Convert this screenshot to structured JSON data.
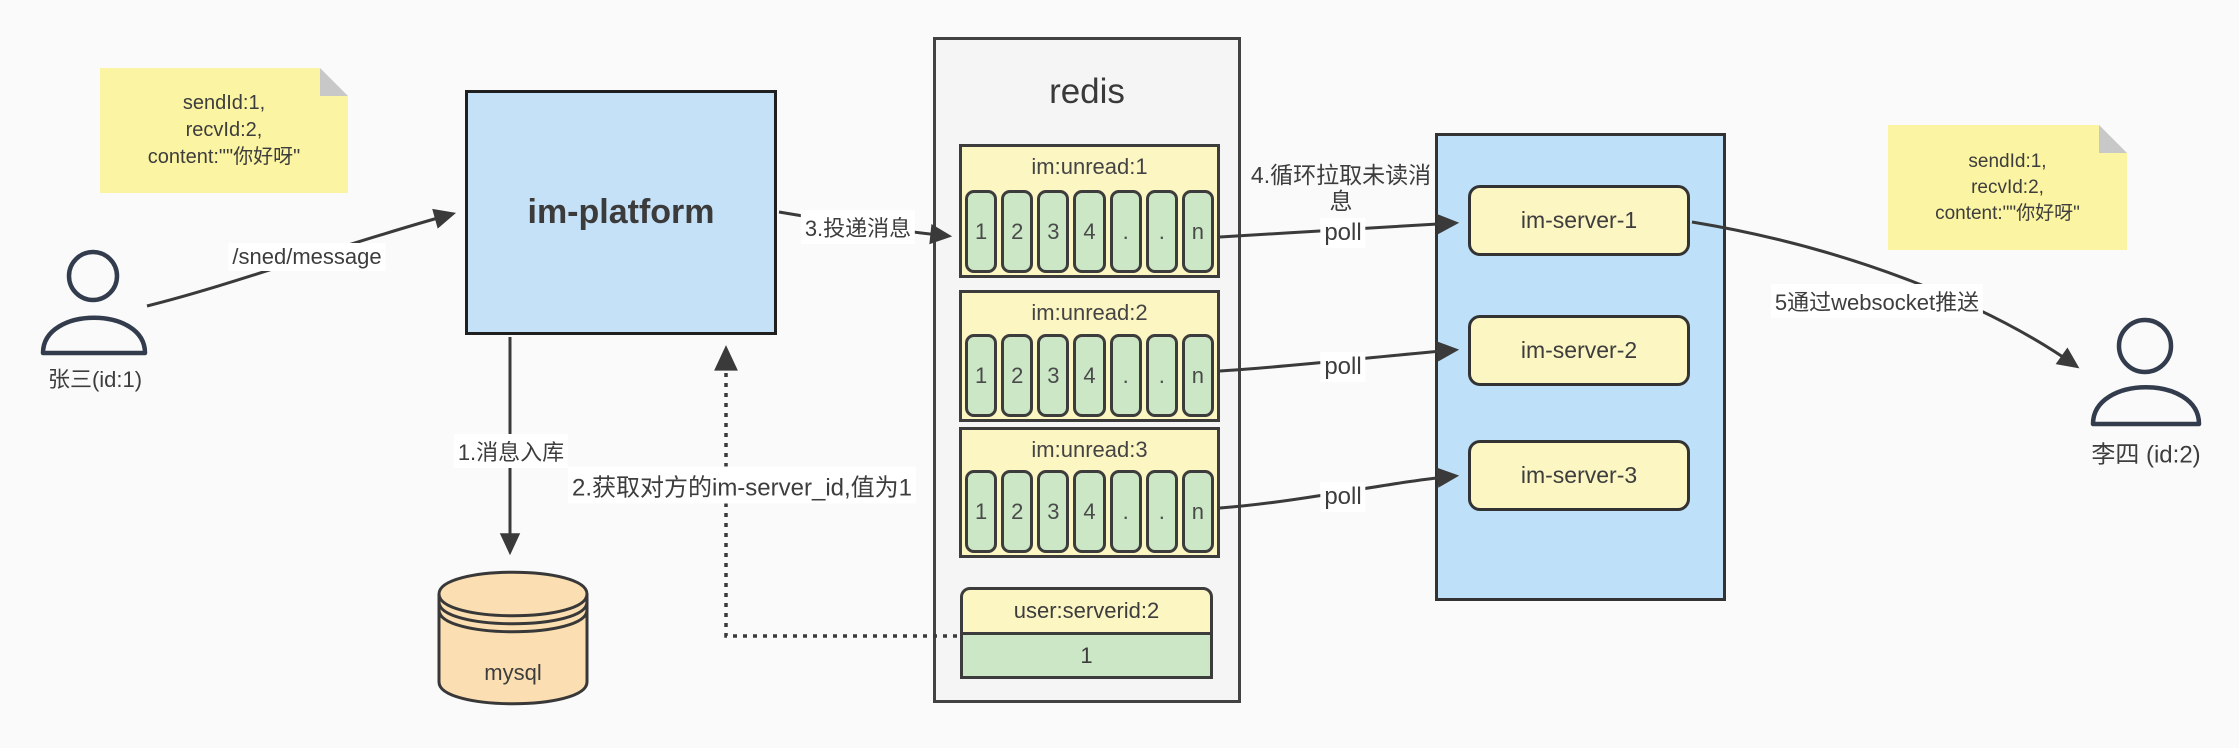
{
  "canvas": {
    "background": "#fafafa"
  },
  "actors": {
    "sender": {
      "label": "张三(id:1)"
    },
    "receiver": {
      "label": "李四 (id:2)"
    }
  },
  "notes": {
    "sender": {
      "lines": [
        "sendId:1,",
        "recvId:2,",
        "content:\"\"你好呀\""
      ]
    },
    "receiver": {
      "lines": [
        "sendId:1,",
        "recvId:2,",
        "content:\"\"你好呀\""
      ]
    }
  },
  "platform": {
    "label": "im-platform"
  },
  "database": {
    "label": "mysql"
  },
  "redis": {
    "title": "redis",
    "queues": [
      {
        "header": "im:unread:1",
        "cells": [
          "1",
          "2",
          "3",
          "4",
          ".",
          ".",
          "n"
        ]
      },
      {
        "header": "im:unread:2",
        "cells": [
          "1",
          "2",
          "3",
          "4",
          ".",
          ".",
          "n"
        ]
      },
      {
        "header": "im:unread:3",
        "cells": [
          "1",
          "2",
          "3",
          "4",
          ".",
          ".",
          "n"
        ]
      }
    ],
    "kv": {
      "header": "user:serverid:2",
      "value": "1"
    }
  },
  "server_cluster": {
    "servers": [
      {
        "label": "im-server-1"
      },
      {
        "label": "im-server-2"
      },
      {
        "label": "im-server-3"
      }
    ]
  },
  "edges": {
    "send": {
      "label": "/sned/message"
    },
    "store": {
      "label": "1.消息入库"
    },
    "lookup": {
      "label": "2.获取对方的im-server_id,值为1"
    },
    "deliver": {
      "label": "3.投递消息"
    },
    "pull": {
      "label": "4.循环拉取未读消息"
    },
    "poll": {
      "label": "poll"
    },
    "push": {
      "label": "5通过websocket推送"
    }
  },
  "colors": {
    "note_yellow": "#fbf4a2",
    "pale_yellow": "#fcf6c3",
    "cell_green": "#cbe7c6",
    "platform_blue": "#c5e1f7",
    "cluster_blue": "#bee0f8",
    "mysql_orange": "#fbdfb2",
    "redis_gray": "#f5f5f5",
    "line": "#3a3a3a"
  }
}
